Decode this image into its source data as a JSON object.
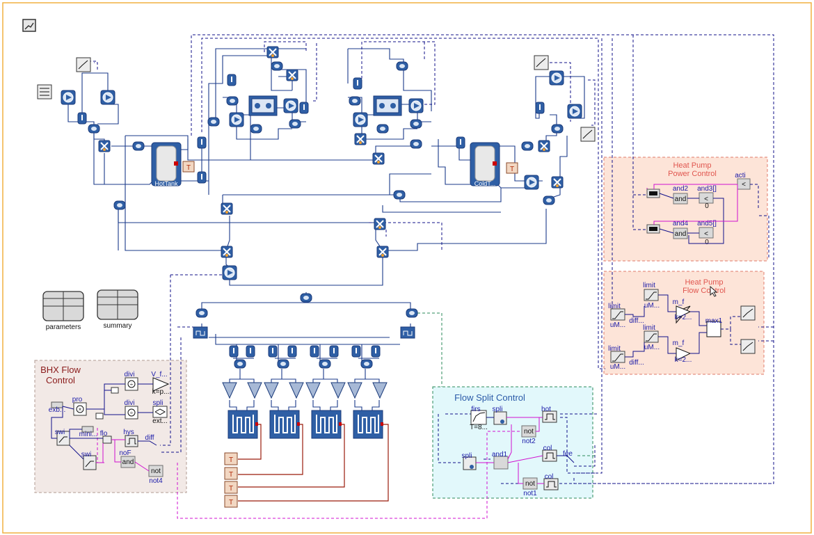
{
  "toolbar": {
    "chart_icon": "line-chart-icon"
  },
  "tanks": {
    "hot": "HotTank",
    "cold": "ColdT..."
  },
  "temp_label": "T",
  "tables": {
    "parameters": "parameters",
    "summary": "summary"
  },
  "groups": {
    "hp_power": {
      "title_line1": "Heat Pump",
      "title_line2": "Power Control"
    },
    "hp_flow": {
      "title_line1": "Heat Pump",
      "title_line2": "Flow Control"
    },
    "bhx_flow": {
      "title_line1": "BHX Flow",
      "title_line2": "Control"
    },
    "flow_split": {
      "title": "Flow Split Control"
    }
  },
  "hp_power_blocks": {
    "and2": "and2",
    "and3": "and3[]",
    "and4": "and4",
    "and5": "and5[]",
    "acti": "acti",
    "and_inner": "and",
    "zero": "0"
  },
  "hp_flow_blocks": {
    "limit": "limit",
    "uM": "uM...",
    "diff": "diff...",
    "m_f": "m_f",
    "k": "k=2...",
    "max": "max1"
  },
  "bhx_blocks": {
    "divi": "divi",
    "V_f": "V_f...",
    "k_p": "k=p...",
    "pro": "pro",
    "exb": "exb...",
    "spli": "spli",
    "ext": "ext...",
    "mini": "mini...",
    "swi": "swi",
    "flo": "flo",
    "hys": "hys",
    "diff": "diff",
    "noF": "noF",
    "and": "and",
    "not": "not",
    "not4": "not4"
  },
  "flow_split_blocks": {
    "firs": "firs",
    "T_eq": "T=8...",
    "spli": "spli",
    "hot": "hot",
    "not": "not",
    "not2": "not2",
    "and1": "and1",
    "col": "col",
    "fee": "fee",
    "not1": "not1"
  },
  "colors": {
    "pipe": "#1a3a8a",
    "component": "#2f5fa5",
    "signal_red": "#9a1a0a",
    "hp_bg": "#fde4d8",
    "flow_split_bg": "#e2f8fb",
    "bhx_bg": "#f2e9e6",
    "frame": "#f0b040"
  }
}
